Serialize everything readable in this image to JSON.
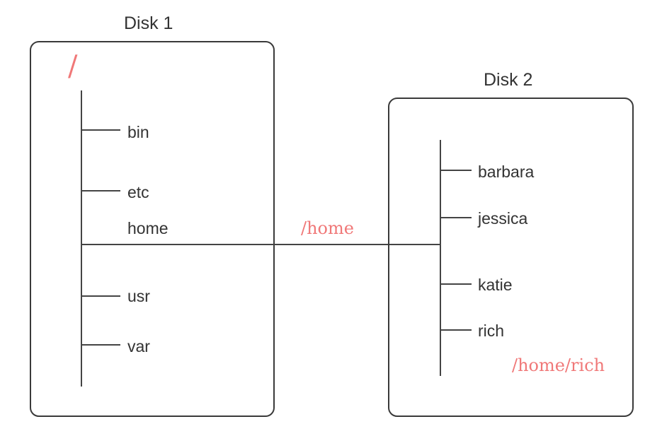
{
  "disk1": {
    "title": "Disk 1",
    "root": "/",
    "dirs": [
      "bin",
      "etc",
      "home",
      "usr",
      "var"
    ]
  },
  "disk2": {
    "title": "Disk 2",
    "dirs": [
      "barbara",
      "jessica",
      "katie",
      "rich"
    ]
  },
  "annotations": {
    "mount_home": "/home",
    "mount_home_rich": "/home/rich"
  },
  "colors": {
    "annotation": "#f07878",
    "line": "#444444",
    "text": "#333333"
  }
}
